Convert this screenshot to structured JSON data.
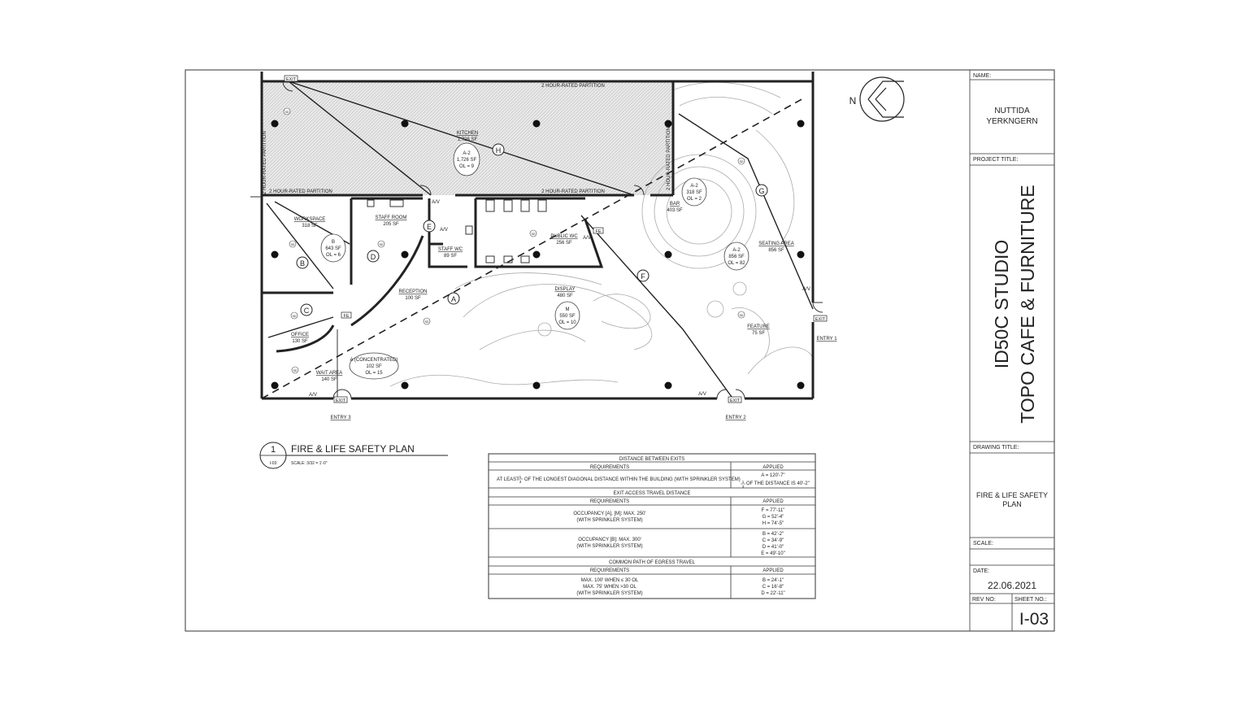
{
  "title_block": {
    "name_label": "NAME:",
    "name_line1": "NUTTIDA",
    "name_line2": "YERKNGERN",
    "project_label": "PROJECT TITLE:",
    "project_line1": "ID50C STUDIO",
    "project_line2": "TOPO CAFE & FURNITURE",
    "drawing_label": "DRAWING TITLE:",
    "drawing_line1": "FIRE & LIFE SAFETY",
    "drawing_line2": "PLAN",
    "scale_label": "SCALE:",
    "date_label": "DATE:",
    "date": "22.06.2021",
    "rev_label": "REV NO:",
    "sheet_label": "SHEET NO.:",
    "sheet_no": "I-03"
  },
  "north": {
    "label": "N"
  },
  "drawing_caption": {
    "number": "1",
    "sheet_ref": "I-03",
    "title": "FIRE & LIFE SAFETY PLAN",
    "scale": "SCALE: 3/32 = 1'-0\""
  },
  "plan": {
    "partition_top": "2 HOUR-RATED PARTITION",
    "partition_bottom_left": "2 HOUR-RATED PARTITION",
    "partition_bottom_right": "2 HOUR-RATED PARTITION",
    "partition_left_vertical": "2 HOUR-RATED PARTITION",
    "partition_right_vertical": "2 HOUR-RATED PARTITION",
    "rooms": [
      {
        "name": "KITCHEN",
        "area": "1,726 SF"
      },
      {
        "name": "WORKSPACE",
        "area": "318 SF"
      },
      {
        "name": "STAFF ROOM",
        "area": "205 SF"
      },
      {
        "name": "STAFF WC",
        "area": "89 SF"
      },
      {
        "name": "PUBLIC WC",
        "area": "256 SF"
      },
      {
        "name": "BAR",
        "area": "403 SF"
      },
      {
        "name": "SEATING AREA",
        "area": "856 SF"
      },
      {
        "name": "RECEPTION",
        "area": "100 SF"
      },
      {
        "name": "DISPLAY",
        "area": "480 SF"
      },
      {
        "name": "FEATURE",
        "area": "75 SF"
      },
      {
        "name": "OFFICE",
        "area": "130 SF"
      },
      {
        "name": "WAIT AREA",
        "area": "140 SF"
      }
    ],
    "occupancy_clouds": [
      {
        "line1": "A-2",
        "line2": "1,726 SF",
        "line3": "OL = 9"
      },
      {
        "line1": "A-2",
        "line2": "318 SF",
        "line3": "OL = 2"
      },
      {
        "line1": "B",
        "line2": "643 SF",
        "line3": "OL = 6"
      },
      {
        "line1": "A-2",
        "line2": "856 SF",
        "line3": "OL = 82"
      },
      {
        "line1": "M",
        "line2": "550 SF",
        "line3": "OL = 10"
      },
      {
        "line1": "A (CONCENTRATED)",
        "line2": "102 SF",
        "line3": "OL = 15"
      }
    ],
    "path_markers": [
      "A",
      "B",
      "C",
      "D",
      "E",
      "F",
      "G",
      "H"
    ],
    "exit_tag": "EXIT",
    "fe_tag": "FE",
    "av_tag": "A/V",
    "sd_tag": "SD",
    "entries": [
      "ENTRY 1",
      "ENTRY 2",
      "ENTRY 3"
    ]
  },
  "table": {
    "section1_title": "DISTANCE BETWEEN EXITS",
    "section2_title": "EXIT ACCESS TRAVEL DISTANCE",
    "section3_title": "COMMON PATH OF EGRESS TRAVEL",
    "col_req": "REQUIREMENTS",
    "col_applied": "APPLIED",
    "s1_req_a": "AT LEAST",
    "s1_req_frac_num": "1",
    "s1_req_frac_den": "3",
    "s1_req_b": "OF THE LONGEST DIAGONAL DISTANCE WITHIN THE BUILDING (WITH SPRINKLER SYSTEM)",
    "s1_app_line1": "A = 120'-7\"",
    "s1_app_frac_num": "1",
    "s1_app_frac_den": "3",
    "s1_app_line2": "OF THE DISTANCE IS 40'-2\"",
    "s2_r1_req_line1": "OCCUPANCY [A], [M]: MAX. 250'",
    "s2_r1_req_line2": "(WITH SPRINKLER SYSTEM)",
    "s2_r1_app": [
      "F = 77'-11\"",
      "G = 52'-4\"",
      "H = 74'-5\""
    ],
    "s2_r2_req_line1": "OCCUPANCY [B]: MAX. 300'",
    "s2_r2_req_line2": "(WITH SPRINKLER SYSTEM)",
    "s2_r2_app": [
      "B = 42'-2\"",
      "C = 34'-9\"",
      "D = 41'-0\"",
      "E = 49'-10\""
    ],
    "s3_req": [
      "MAX. 100' WHEN ≤ 30 OL",
      "MAX. 75' WHEN >30 OL",
      "(WITH SPRINKLER SYSTEM)"
    ],
    "s3_app": [
      "B = 24'-1\"",
      "C = 16'-8\"",
      "D = 22'-11\""
    ]
  }
}
